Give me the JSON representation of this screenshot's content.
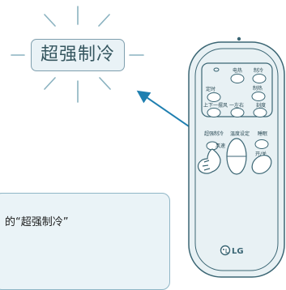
{
  "callout": {
    "label": "超强制冷"
  },
  "info": {
    "text": "的“超强制冷”"
  },
  "remote": {
    "buttons": {
      "power": "电热",
      "mode": "制冷",
      "timer": "定时",
      "heat": "制热",
      "updown": "上下一摆风",
      "leftright": "一左右",
      "recall": "刻度",
      "super_cool": "超强制冷",
      "temp": "温度设定",
      "sleep": "睡眠",
      "on_off": "开/关",
      "super_small": "风速"
    },
    "brand": "LG"
  },
  "colors": {
    "outline": "#3b6674",
    "body_fill": "#e8f1f4",
    "arrow": "#1f7fb0",
    "accent_line": "#8ab2c0"
  }
}
